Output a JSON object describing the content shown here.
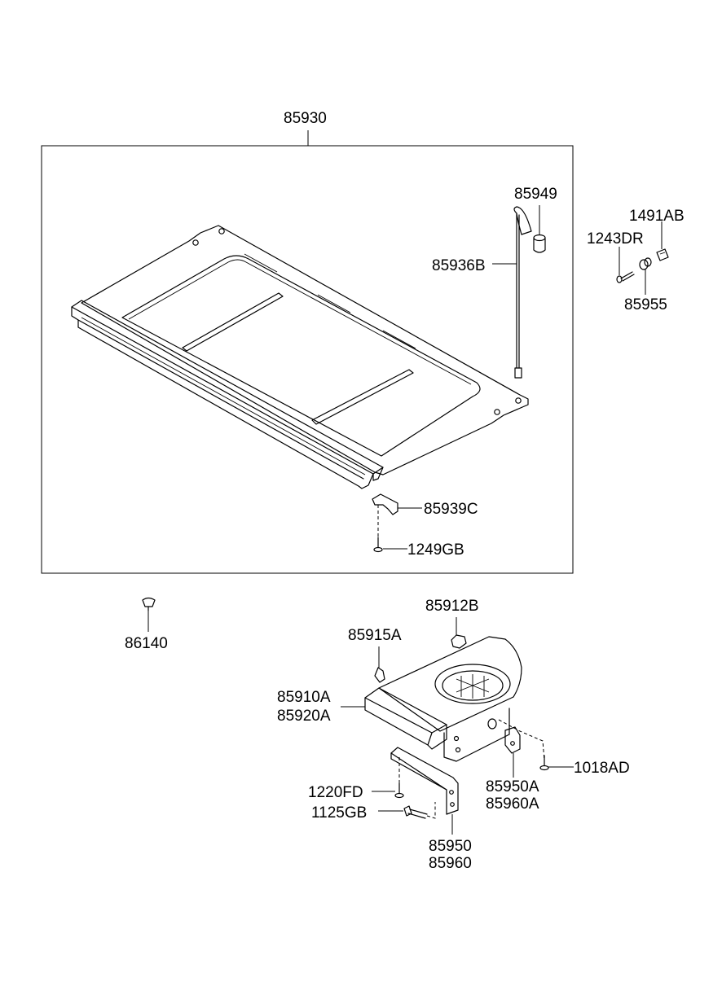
{
  "labels": {
    "p85930": "85930",
    "p85949": "85949",
    "p1491AB": "1491AB",
    "p1243DR": "1243DR",
    "p85936B": "85936B",
    "p85955": "85955",
    "p85939C": "85939C",
    "p1249GB": "1249GB",
    "p86140": "86140",
    "p85912B": "85912B",
    "p85915A": "85915A",
    "p85910A": "85910A",
    "p85920A": "85920A",
    "p1018AD": "1018AD",
    "p85950A": "85950A",
    "p85960A": "85960A",
    "p1220FD": "1220FD",
    "p1125GB": "1125GB",
    "p85950": "85950",
    "p85960": "85960"
  }
}
